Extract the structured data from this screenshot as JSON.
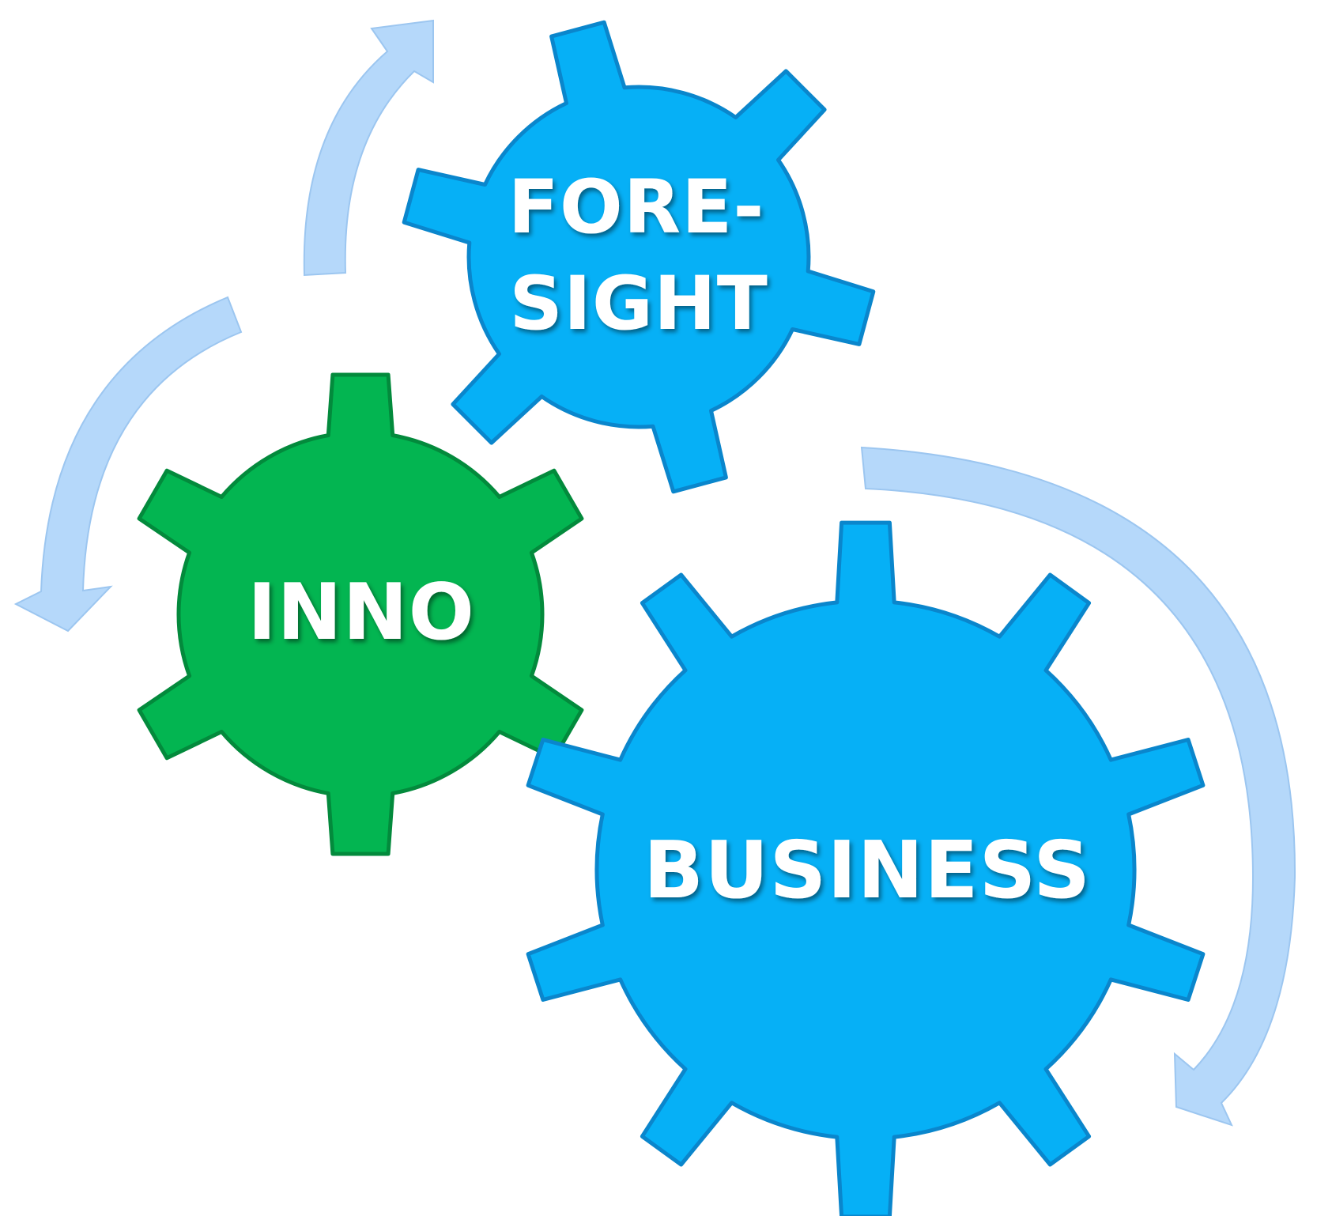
{
  "diagram": {
    "gears": [
      {
        "id": "foresight",
        "lines": [
          "FORE-",
          "SIGHT"
        ],
        "color": "#06b0f6",
        "edge": "#0a86cc"
      },
      {
        "id": "inno",
        "lines": [
          "INNO"
        ],
        "color": "#03b551",
        "edge": "#038a3c"
      },
      {
        "id": "business",
        "lines": [
          "BUSINESS"
        ],
        "color": "#06b0f6",
        "edge": "#0a86cc"
      }
    ],
    "arrow_color": "#b5d8fa"
  }
}
